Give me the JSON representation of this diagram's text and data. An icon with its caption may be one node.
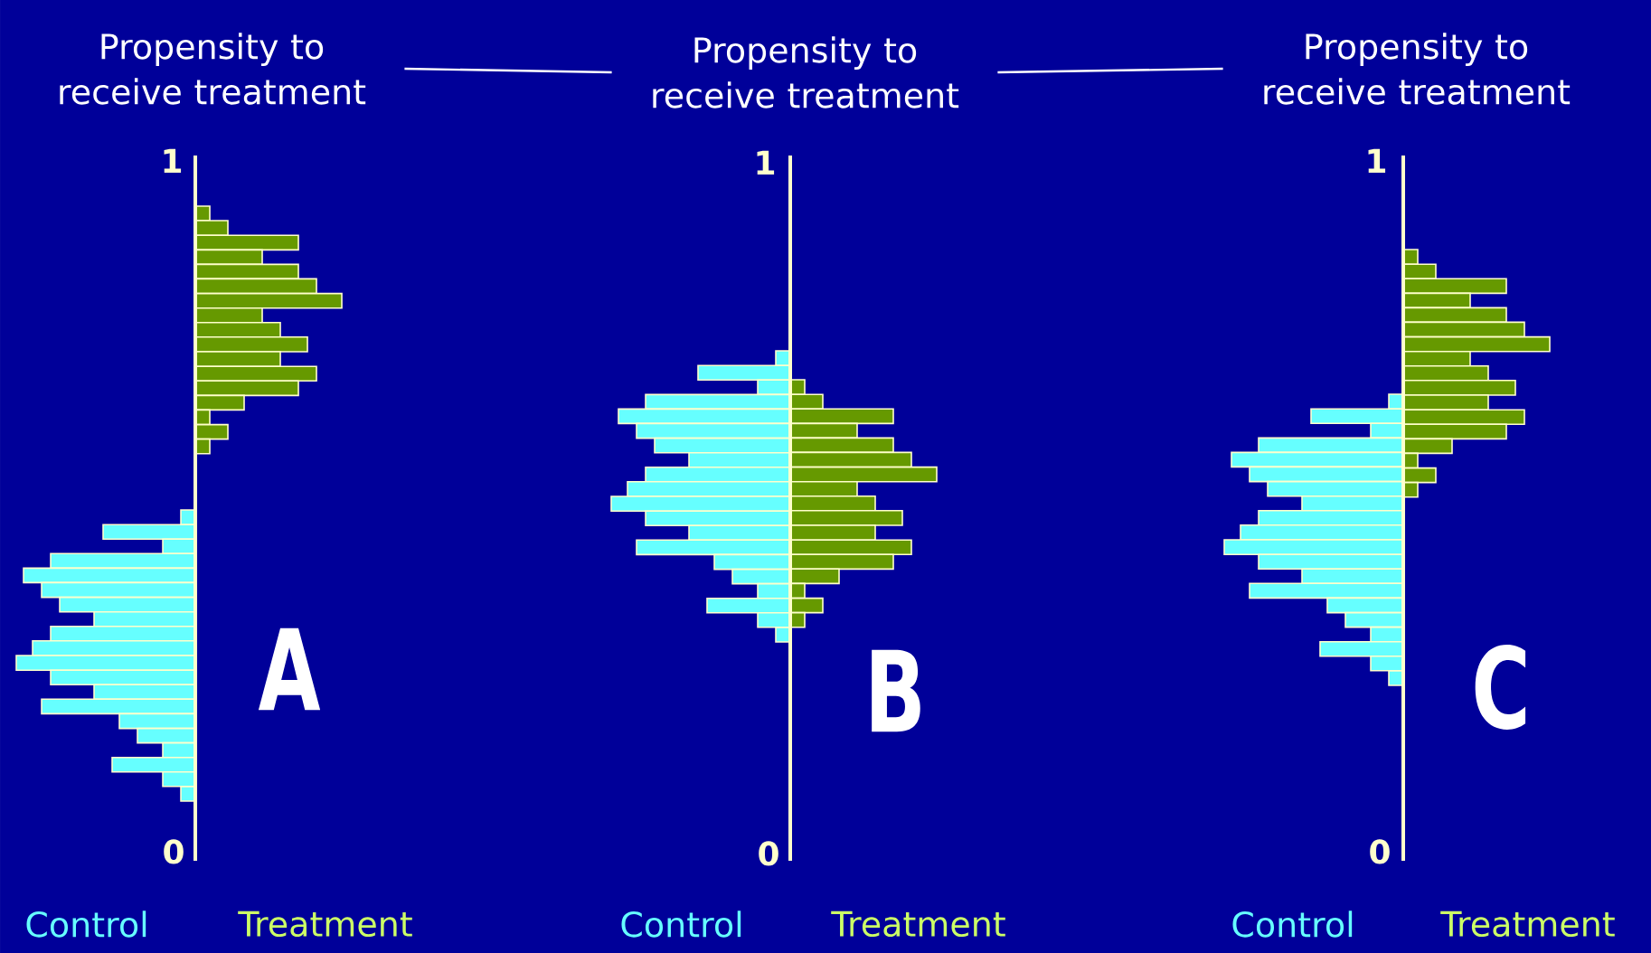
{
  "diagram": {
    "nodes": [
      {
        "text": [
          "Propensity to receive treatment"
        ]
      },
      {
        "text": [
          "Propensity to receive treatment"
        ]
      },
      {
        "text": [
          "Propensity to receive treatment"
        ]
      }
    ],
    "edges": [
      {
        "from": 0,
        "to": 1,
        "arrow": "none"
      },
      {
        "from": 1,
        "to": 2,
        "arrow": "none"
      }
    ],
    "labels": [
      "1",
      "0",
      "A",
      "Control",
      "Treatment",
      "1",
      "0",
      "B",
      "Control",
      "Treatment",
      "1",
      "0",
      "C",
      "Control",
      "Treatment"
    ]
  }
}
